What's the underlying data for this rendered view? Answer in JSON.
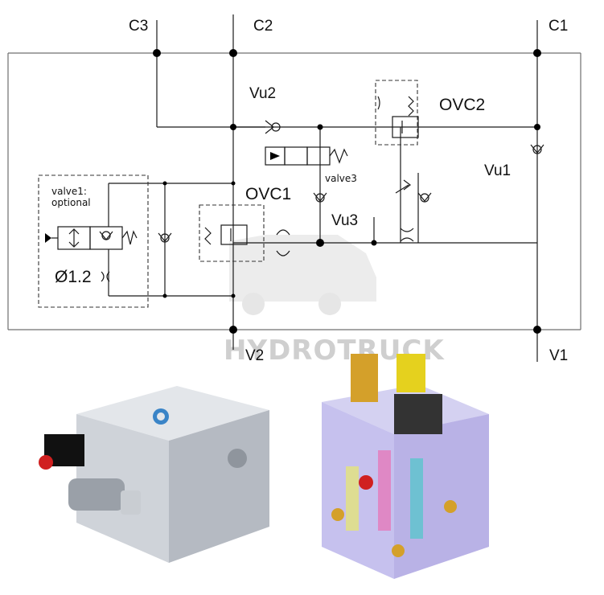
{
  "ports": {
    "c3": "C3",
    "c2": "C2",
    "c1": "C1",
    "v2": "V2",
    "v1": "V1"
  },
  "labels": {
    "vu2": "Vu2",
    "vu1": "Vu1",
    "vu3": "Vu3",
    "ovc1": "OVC1",
    "ovc2": "OVC2",
    "valve3": "valve3",
    "valve1_line1": "valve1:",
    "valve1_line2": "optional",
    "orifice": "Ø1.2"
  },
  "watermark": "HYDROTRUCK",
  "colors": {
    "line": "#1a1a1a",
    "watermark": "#cfcfcf",
    "solenoid": "#000000"
  }
}
